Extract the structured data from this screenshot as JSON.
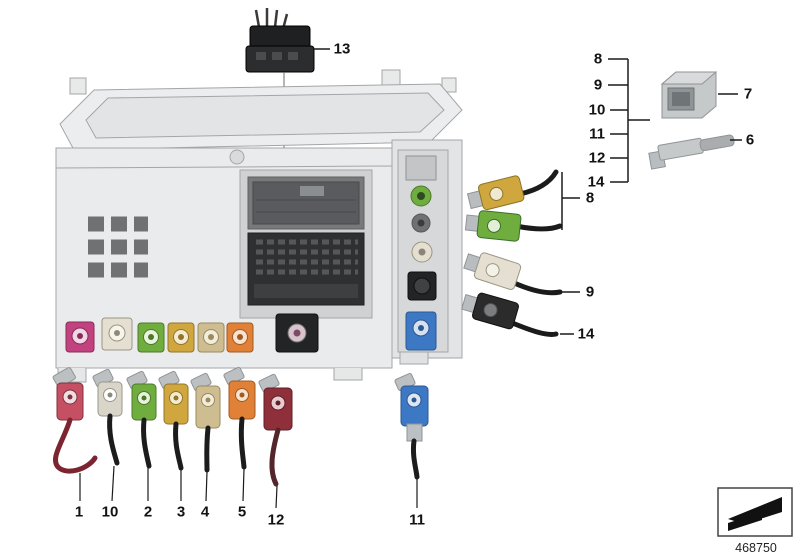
{
  "figure": {
    "part_number": "468750"
  },
  "callouts": {
    "item13": "13",
    "legend": {
      "l8": "8",
      "l9": "9",
      "l10": "10",
      "l11": "11",
      "l12": "12",
      "l14": "14"
    },
    "item7": "7",
    "item6": "6",
    "group8": "8",
    "item9": "9",
    "item14": "14",
    "bottom": {
      "b1": "1",
      "b10": "10",
      "b2": "2",
      "b3": "3",
      "b4": "4",
      "b5": "5",
      "b12": "12",
      "b11": "11"
    }
  },
  "colors": {
    "magenta": "#c2417f",
    "red_pink": "#c54f63",
    "grey_white": "#d9d5c9",
    "green": "#6fae3e",
    "yellow": "#d0a73e",
    "natural": "#cfbd92",
    "orange": "#e08137",
    "dark_red": "#8e2f3a",
    "blue": "#3c78c3",
    "ivory": "#e4dfd0",
    "black": "#2b2b2b"
  },
  "icons": {
    "thumbnail": "diagram-thumbnail-icon"
  }
}
